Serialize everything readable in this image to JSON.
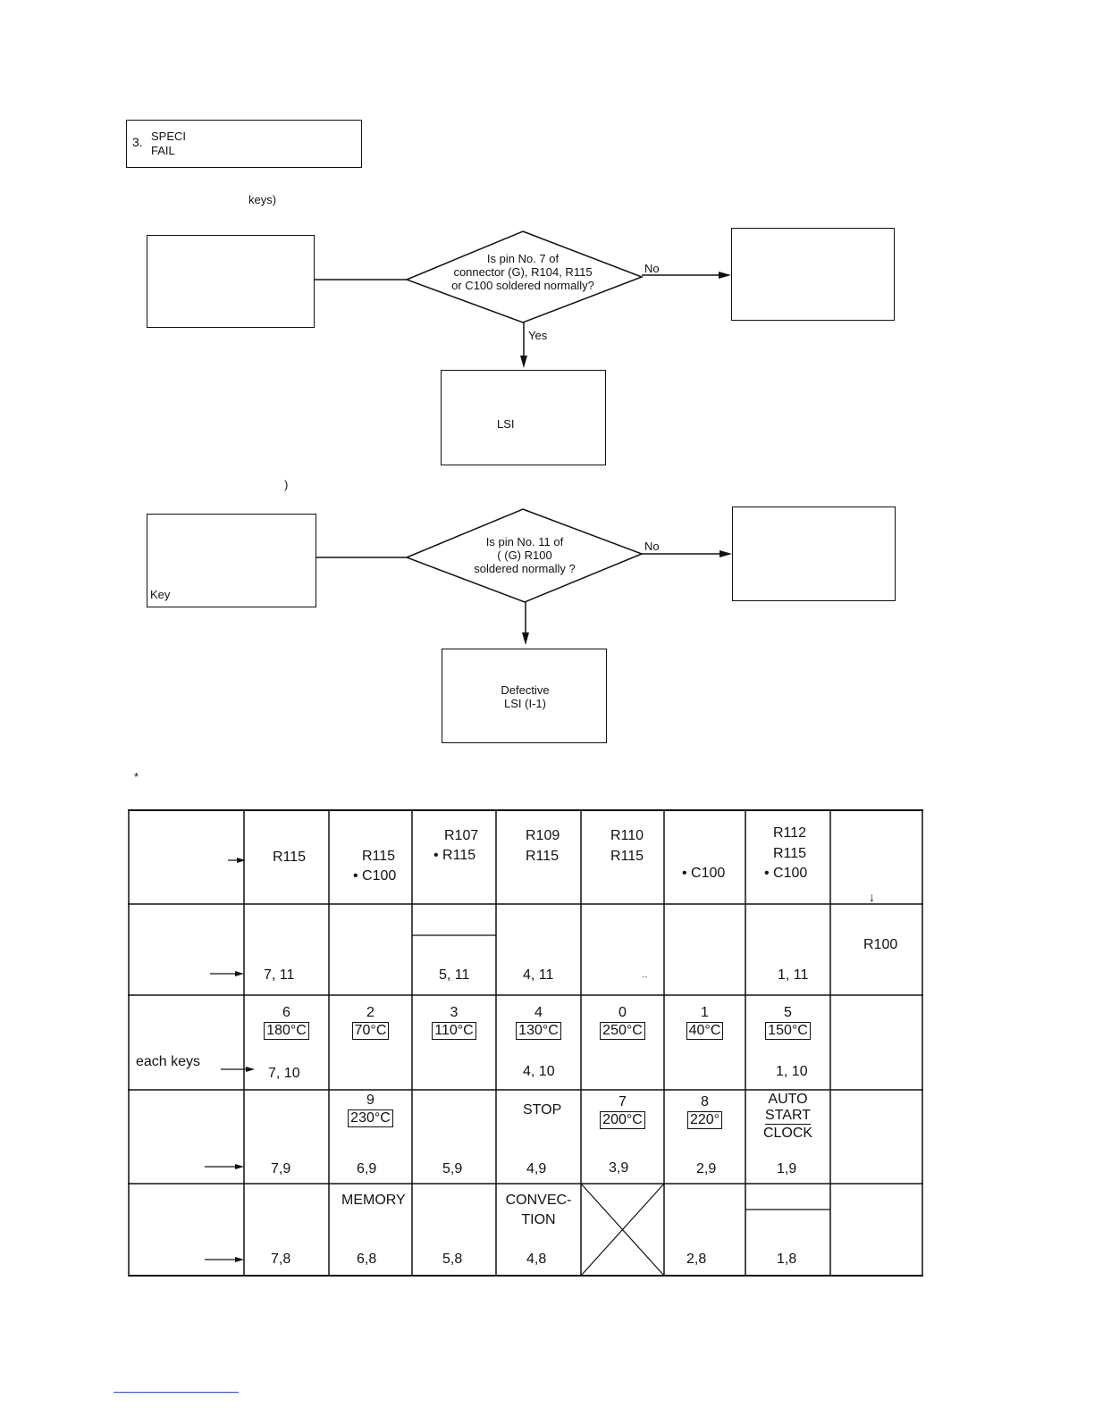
{
  "section": {
    "number": "3.",
    "line1": "SPECI",
    "line2": "FAIL"
  },
  "heading1": "keys)",
  "flow1": {
    "diamond": [
      "Is pin No. 7 of",
      "connector (G), R104, R115",
      "or C100 soldered normally?"
    ],
    "no_label": "No",
    "yes_label": "Yes",
    "bottom_box": "LSI"
  },
  "heading2": ")",
  "flow2": {
    "left_box": "Key",
    "diamond": [
      "Is pin No. 11 of",
      "(          (G)    R100",
      "soldered normally ?"
    ],
    "no_label": "No",
    "bottom_box": [
      "Defective",
      "LSI (I-1)"
    ]
  },
  "footnote_mark": "*",
  "table": {
    "row1": {
      "c1": [
        "R115"
      ],
      "c2": [
        "R115",
        "• C100"
      ],
      "c3": [
        "R107",
        "• R115"
      ],
      "c4": [
        "R109",
        "R115"
      ],
      "c5": [
        "R110",
        "R115"
      ],
      "c6": [
        "• C100"
      ],
      "c7": [
        "R112",
        "R115",
        "• C100"
      ],
      "c8": "↓"
    },
    "row2": {
      "c1": "7, 11",
      "c3": "5, 11",
      "c4": "4, 11",
      "c5": "·˴",
      "c7": "1, 11",
      "c8": "R100"
    },
    "row3": {
      "label": "each   keys",
      "keys": [
        {
          "num": "6",
          "temp": "180°C",
          "pins": "7, 10"
        },
        {
          "num": "2",
          "temp": "70°C",
          "pins": ""
        },
        {
          "num": "3",
          "temp": "110°C",
          "pins": ""
        },
        {
          "num": "4",
          "temp": "130°C",
          "pins": "4, 10"
        },
        {
          "num": "0",
          "temp": "250°C",
          "pins": ""
        },
        {
          "num": "1",
          "temp": "40°C",
          "pins": ""
        },
        {
          "num": "5",
          "temp": "150°C",
          "pins": "1, 10"
        }
      ]
    },
    "row4": {
      "c2": {
        "num": "9",
        "temp": "230°C"
      },
      "c4": "STOP",
      "c5": {
        "num": "7",
        "temp": "200°C"
      },
      "c6": {
        "num": "8",
        "temp": "220°"
      },
      "c7": [
        "AUTO",
        "START",
        "CLOCK"
      ],
      "pins": [
        "7,9",
        "6,9",
        "5,9",
        "4,9",
        "3,9",
        "2,9",
        "1,9"
      ]
    },
    "row5": {
      "c2": "MEMORY",
      "c4": [
        "CONVEC-",
        "TION"
      ],
      "pins": [
        "7,8",
        "6,8",
        "5,8",
        "4,8",
        "",
        "2,8",
        "1,8"
      ]
    }
  }
}
